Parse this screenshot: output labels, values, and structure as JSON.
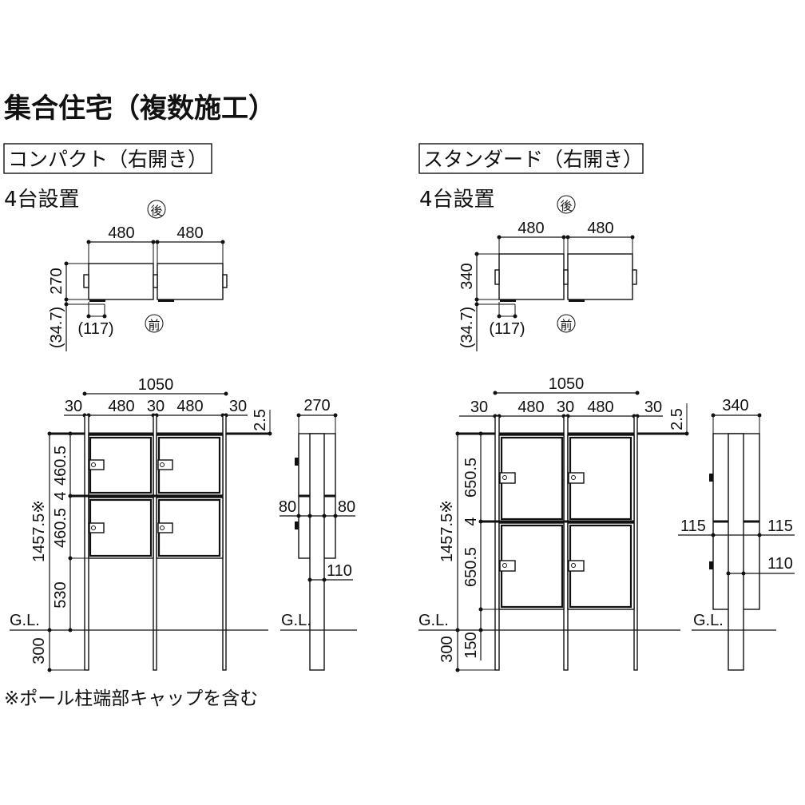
{
  "title": "集合住宅（複数施工）",
  "footnote": "※ポール柱端部キャップを含む",
  "back_mark": "後",
  "front_mark": "前",
  "ground_label": "G.L.",
  "compact": {
    "label": "コンパクト（右開き）",
    "count": "4台設置",
    "plan": {
      "w1": "480",
      "w2": "480",
      "depth": "270",
      "offset": "(34.7)",
      "foot": "(117)"
    },
    "front": {
      "total": "1050",
      "gap_l": "30",
      "w1": "480",
      "gap_m": "30",
      "w2": "480",
      "gap_r": "30",
      "top": "2.5",
      "h_upper": "460.5",
      "h_mid": "4",
      "h_lower": "460.5",
      "h_base": "530",
      "h_total": "1457.5※",
      "h_buried": "300"
    },
    "side": {
      "depth": "270",
      "front_off": "80",
      "back_off": "80",
      "post": "110"
    }
  },
  "standard": {
    "label": "スタンダード（右開き）",
    "count": "4台設置",
    "plan": {
      "w1": "480",
      "w2": "480",
      "depth": "340",
      "offset": "(34.7)",
      "foot": "(117)"
    },
    "front": {
      "total": "1050",
      "gap_l": "30",
      "w1": "480",
      "gap_m": "30",
      "w2": "480",
      "gap_r": "30",
      "top": "2.5",
      "h_upper": "650.5",
      "h_mid": "4",
      "h_lower": "650.5",
      "h_base": "150",
      "h_total": "1457.5※",
      "h_buried": "300"
    },
    "side": {
      "depth": "340",
      "front_off": "115",
      "back_off": "115",
      "post": "110"
    }
  }
}
